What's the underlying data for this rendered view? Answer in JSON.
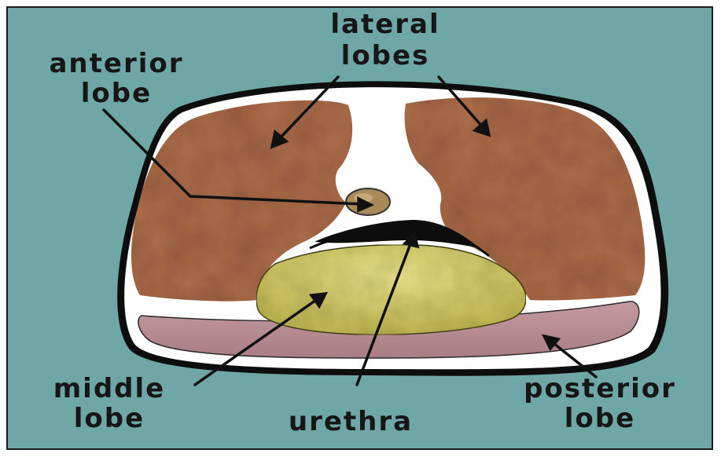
{
  "labels": {
    "lateral_lobes": [
      "lateral",
      "lobes"
    ],
    "anterior_lobe": [
      "anterior",
      "lobe"
    ],
    "middle_lobe": [
      "middle",
      "lobe"
    ],
    "urethra": "urethra",
    "posterior_lobe": [
      "posterior",
      "lobe"
    ]
  },
  "colors": {
    "background": "#6fa6a6",
    "capsule": "#ffffff",
    "lateral_lobe": "#a86a48",
    "middle_lobe": "#d2c86a",
    "posterior_lobe": "#b98e94",
    "anterior_lobe": "#a88a58",
    "urethra": "#111111",
    "text": "#161616"
  }
}
